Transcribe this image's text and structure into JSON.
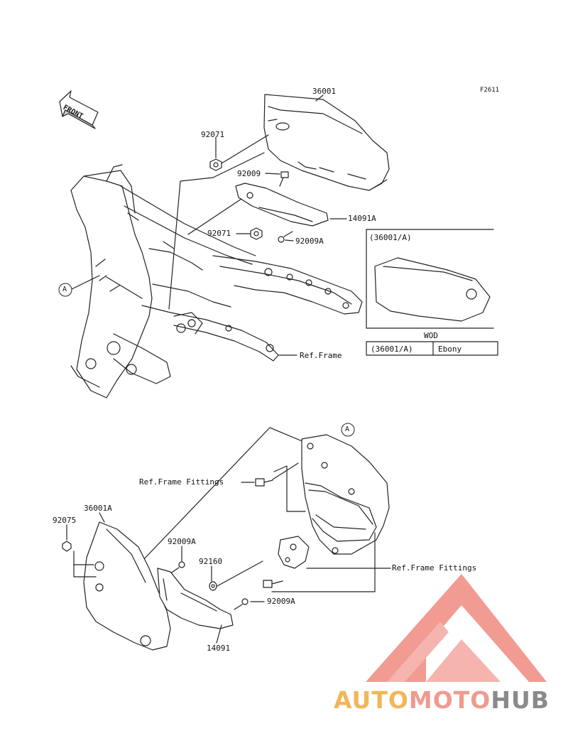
{
  "diagram": {
    "figure_code": "F2611",
    "front_label": "FRONT",
    "callouts": {
      "p36001": "36001",
      "p92071_top": "92071",
      "p92009_top": "92009",
      "p14091A": "14091A",
      "p92071_mid": "92071",
      "p92009A_top": "92009A",
      "ref_frame": "Ref.Frame",
      "circle_a_top": "A",
      "circle_a_bottom": "A",
      "ref_frame_fittings_1": "Ref.Frame Fittings",
      "p36001A": "36001A",
      "p92075": "92075",
      "p92009A_mid": "92009A",
      "p92160": "92160",
      "ref_frame_fittings_2": "Ref.Frame Fittings",
      "p92009A_low": "92009A",
      "p14091": "14091"
    },
    "variant_box": {
      "header": "(36001/A)",
      "table_title": "WOD",
      "rows": [
        {
          "part": "(36001/A)",
          "color": "Ebony"
        }
      ]
    }
  },
  "watermark": {
    "part1": "AUTO",
    "part2": "MOTO",
    "part3": "HUB",
    "colors": {
      "auto": "#f2b65a",
      "moto": "#f19a8f",
      "hub": "#8a8a8a",
      "logo": "#f08a80"
    }
  }
}
